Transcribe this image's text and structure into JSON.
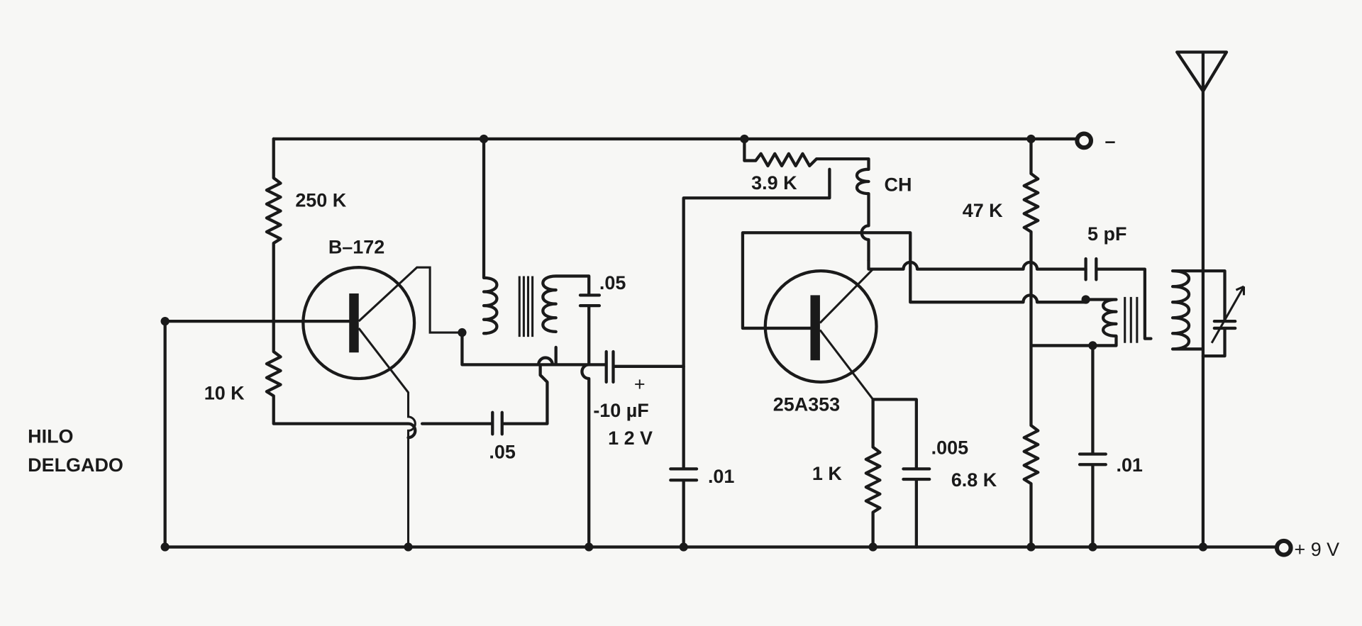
{
  "labels": {
    "r1": "250 K",
    "q1": "B–172",
    "r2": "10 K",
    "wire_line1": "HILO",
    "wire_line2": "DELGADO",
    "c_transformer": ".05",
    "c_coupling": ".05",
    "electrolytic_plus": "+",
    "electrolytic_value": "-10 µF",
    "electrolytic_voltage": "1 2 V",
    "c_decoupling": ".01",
    "r3": "3.9 K",
    "choke": "CH",
    "q2": "25A353",
    "r_emitter": "1 K",
    "c_emitter": ".005",
    "r_bias_low": "6.8 K",
    "r_bias_high": "47 K",
    "c_feedback": "5 pF",
    "c_base": ".01",
    "neg_terminal": "–",
    "pos_terminal": "+ 9 V"
  }
}
